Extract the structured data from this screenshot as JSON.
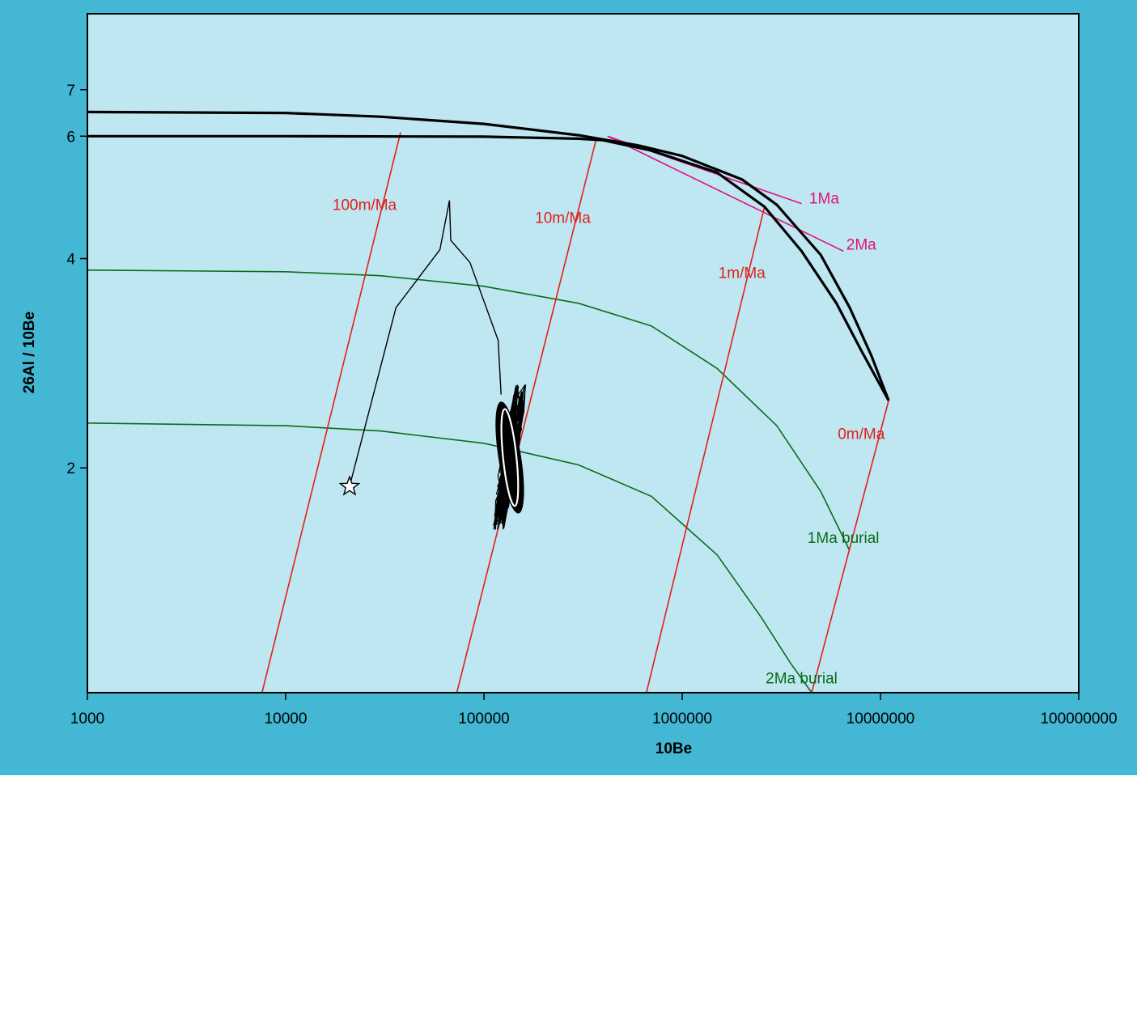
{
  "chart_data": {
    "type": "line",
    "title": "",
    "xlabel": "10Be",
    "ylabel": "26Al / 10Be",
    "x_scale": "log",
    "y_scale": "log",
    "xlim": [
      1000,
      100000000
    ],
    "ylim": [
      0.95,
      9.0
    ],
    "x_ticks": [
      1000,
      10000,
      100000,
      1000000,
      10000000,
      100000000
    ],
    "x_tick_labels": [
      "1000",
      "10000",
      "100000",
      "1000000",
      "10000000",
      "100000000"
    ],
    "y_ticks": [
      2,
      4,
      6,
      7
    ],
    "y_tick_labels": [
      "2",
      "4",
      "6",
      "7"
    ],
    "grid": false,
    "colors": {
      "figure_bg": "#43b7d3",
      "plot_bg": "#bfe7f1",
      "erosion": "#e0201a",
      "time": "#e0117f",
      "burial": "#0a6b1a",
      "envelope": "#000000"
    },
    "envelope_curves": [
      {
        "role": "upper",
        "points": [
          [
            1000,
            6.5
          ],
          [
            10000,
            6.48
          ],
          [
            30000,
            6.4
          ],
          [
            100000,
            6.25
          ],
          [
            300000,
            6.02
          ],
          [
            600000,
            5.82
          ],
          [
            1000000,
            5.62
          ],
          [
            2000000,
            5.2
          ],
          [
            3000000,
            4.78
          ],
          [
            5000000,
            4.05
          ],
          [
            7000000,
            3.4
          ],
          [
            9000000,
            2.9
          ],
          [
            11000000,
            2.5
          ]
        ]
      },
      {
        "role": "lower",
        "points": [
          [
            1000,
            6.0
          ],
          [
            10000,
            6.0
          ],
          [
            100000,
            5.99
          ],
          [
            300000,
            5.95
          ],
          [
            400000,
            5.92
          ],
          [
            700000,
            5.72
          ],
          [
            1500000,
            5.32
          ],
          [
            2600000,
            4.75
          ],
          [
            4000000,
            4.1
          ],
          [
            6000000,
            3.45
          ],
          [
            8000000,
            2.95
          ],
          [
            11000000,
            2.5
          ]
        ]
      }
    ],
    "erosion_lines": [
      {
        "label": "100m/Ma",
        "points": [
          [
            7600,
            0.95
          ],
          [
            38000,
            6.08
          ]
        ]
      },
      {
        "label": "10m/Ma",
        "points": [
          [
            73000,
            0.95
          ],
          [
            370000,
            5.97
          ]
        ]
      },
      {
        "label": "1m/Ma",
        "points": [
          [
            660000,
            0.95
          ],
          [
            2600000,
            4.75
          ]
        ]
      },
      {
        "label": "0m/Ma",
        "points": [
          [
            4500000,
            0.95
          ],
          [
            11000000,
            2.5
          ]
        ]
      }
    ],
    "time_lines": [
      {
        "label": "1Ma",
        "points": [
          [
            420000,
            6.0
          ],
          [
            4000000,
            4.8
          ]
        ]
      },
      {
        "label": "2Ma",
        "points": [
          [
            420000,
            6.0
          ],
          [
            6500000,
            4.1
          ]
        ]
      }
    ],
    "burial_curves": [
      {
        "label": "1Ma burial",
        "points": [
          [
            1000,
            3.85
          ],
          [
            10000,
            3.83
          ],
          [
            30000,
            3.78
          ],
          [
            100000,
            3.65
          ],
          [
            300000,
            3.45
          ],
          [
            700000,
            3.2
          ],
          [
            1500000,
            2.78
          ],
          [
            3000000,
            2.3
          ],
          [
            5000000,
            1.85
          ],
          [
            7000000,
            1.52
          ]
        ]
      },
      {
        "label": "2Ma burial",
        "points": [
          [
            1000,
            2.32
          ],
          [
            10000,
            2.3
          ],
          [
            30000,
            2.26
          ],
          [
            100000,
            2.17
          ],
          [
            300000,
            2.02
          ],
          [
            700000,
            1.82
          ],
          [
            1500000,
            1.5
          ],
          [
            2500000,
            1.22
          ],
          [
            3500000,
            1.05
          ],
          [
            4500000,
            0.95
          ]
        ]
      }
    ],
    "sample_path": [
      [
        21000,
        1.88
      ],
      [
        36000,
        3.4
      ],
      [
        60000,
        4.12
      ],
      [
        67000,
        4.85
      ],
      [
        68000,
        4.25
      ],
      [
        85000,
        3.95
      ],
      [
        118000,
        3.05
      ],
      [
        122000,
        2.55
      ]
    ],
    "scatter_cloud_center": [
      135000,
      2.07
    ],
    "ellipse": {
      "center": [
        135000,
        2.07
      ],
      "x_range": [
        125000,
        146000
      ],
      "y_range": [
        1.76,
        2.43
      ]
    },
    "star_marker": [
      21000,
      1.88
    ],
    "annotations": [
      {
        "text": "100m/Ma",
        "x": 25000,
        "y": 4.7,
        "color": "erosion"
      },
      {
        "text": "10m/Ma",
        "x": 250000,
        "y": 4.5,
        "color": "erosion"
      },
      {
        "text": "1m/Ma",
        "x": 2000000,
        "y": 3.75,
        "color": "erosion"
      },
      {
        "text": "0m/Ma",
        "x": 8000000,
        "y": 2.2,
        "color": "erosion"
      },
      {
        "text": "1Ma",
        "x": 5200000,
        "y": 4.8,
        "color": "time"
      },
      {
        "text": "2Ma",
        "x": 8000000,
        "y": 4.12,
        "color": "time"
      },
      {
        "text": "1Ma burial",
        "x": 6500000,
        "y": 1.56,
        "color": "burial"
      },
      {
        "text": "2Ma burial",
        "x": 4000000,
        "y": 0.98,
        "color": "burial"
      }
    ]
  }
}
